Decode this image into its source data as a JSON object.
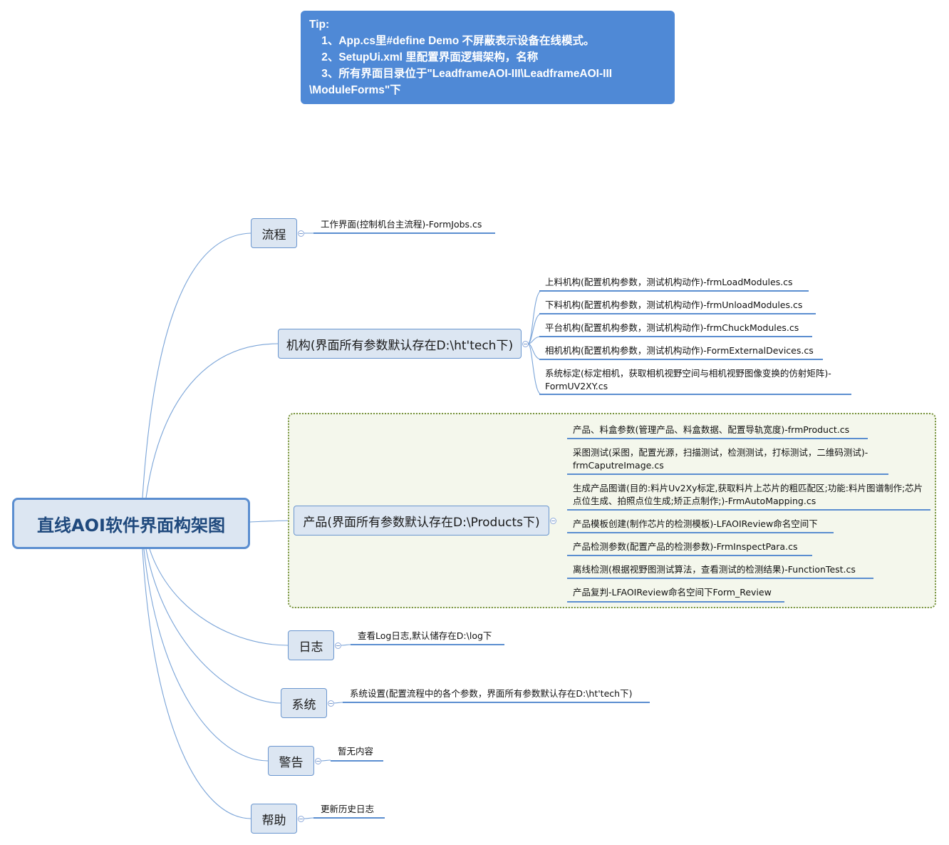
{
  "tip": {
    "lines": [
      "Tip:",
      "    1、App.cs里#define Demo 不屏蔽表示设备在线模式。",
      "    2、SetupUi.xml 里配置界面逻辑架构，名称",
      "    3、所有界面目录位于\"LeadframeAOI-III\\LeadframeAOI-III",
      "\\ModuleForms\"下"
    ]
  },
  "central": "直线AOI软件界面构架图",
  "branches": [
    {
      "label": "流程",
      "leaves": [
        "工作界面(控制机台主流程)-FormJobs.cs"
      ]
    },
    {
      "label": "机构(界面所有参数默认存在D:\\ht'tech下)",
      "leaves": [
        "上料机构(配置机构参数，测试机构动作)-frmLoadModules.cs",
        "下料机构(配置机构参数，测试机构动作)-frmUnloadModules.cs",
        "平台机构(配置机构参数，测试机构动作)-frmChuckModules.cs",
        "相机机构(配置机构参数，测试机构动作)-FormExternalDevices.cs",
        "系统标定(标定相机，获取相机视野空间与相机视野图像变换的仿射矩阵)-FormUV2XY.cs"
      ]
    },
    {
      "label": "产品(界面所有参数默认存在D:\\Products下)",
      "leaves": [
        "产品、料盒参数(管理产品、料盒数据、配置导轨宽度)-frmProduct.cs",
        "采图测试(采图，配置光源，扫描测试，检测测试，打标测试，二维码测试)-frmCaputreImage.cs",
        "生成产品图谱(目的:料片Uv2Xy标定,获取料片上芯片的粗匹配区;功能:料片图谱制作;芯片点位生成、拍照点位生成;矫正点制作;)-FrmAutoMapping.cs",
        "产品模板创建(制作芯片的检测模板)-LFAOIReview命名空间下",
        "产品检测参数(配置产品的检测参数)-FrmInspectPara.cs",
        "离线检测(根据视野图测试算法，查看测试的检测结果)-FunctionTest.cs",
        "产品复判-LFAOIReview命名空间下Form_Review"
      ]
    },
    {
      "label": "日志",
      "leaves": [
        "查看Log日志,默认储存在D:\\log下"
      ]
    },
    {
      "label": "系统",
      "leaves": [
        "系统设置(配置流程中的各个参数，界面所有参数默认存在D:\\ht'tech下)"
      ]
    },
    {
      "label": "警告",
      "leaves": [
        "暂无内容"
      ]
    },
    {
      "label": "帮助",
      "leaves": [
        "更新历史日志"
      ]
    }
  ]
}
